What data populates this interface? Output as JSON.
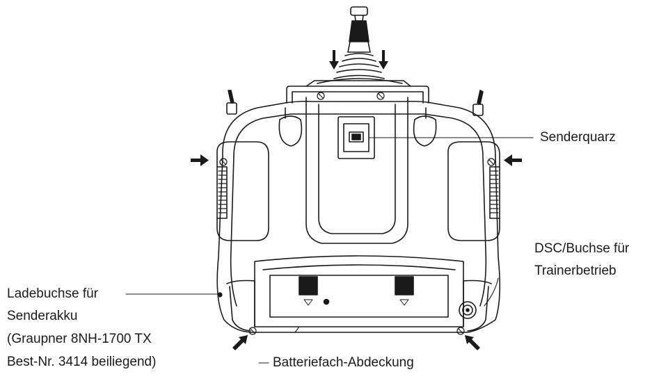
{
  "labels": {
    "crystal": "Senderquarz",
    "dsc_line1": "DSC/Buchse für",
    "dsc_line2": "Trainerbetrieb",
    "charge_line1": "Ladebuchse für",
    "charge_line2": "Senderakku",
    "charge_line3": "(Graupner 8NH-1700 TX",
    "charge_line4": "Best-Nr. 3414 beiliegend)",
    "battery_cover": "Batteriefach-Abdeckung"
  },
  "colors": {
    "line": "#1a1a1a",
    "background": "#ffffff"
  },
  "icons": [
    "arrow-down-icon",
    "arrow-right-icon",
    "arrow-left-icon",
    "arrow-up-right-icon",
    "arrow-up-left-icon",
    "screw-icon",
    "jack-icon"
  ]
}
